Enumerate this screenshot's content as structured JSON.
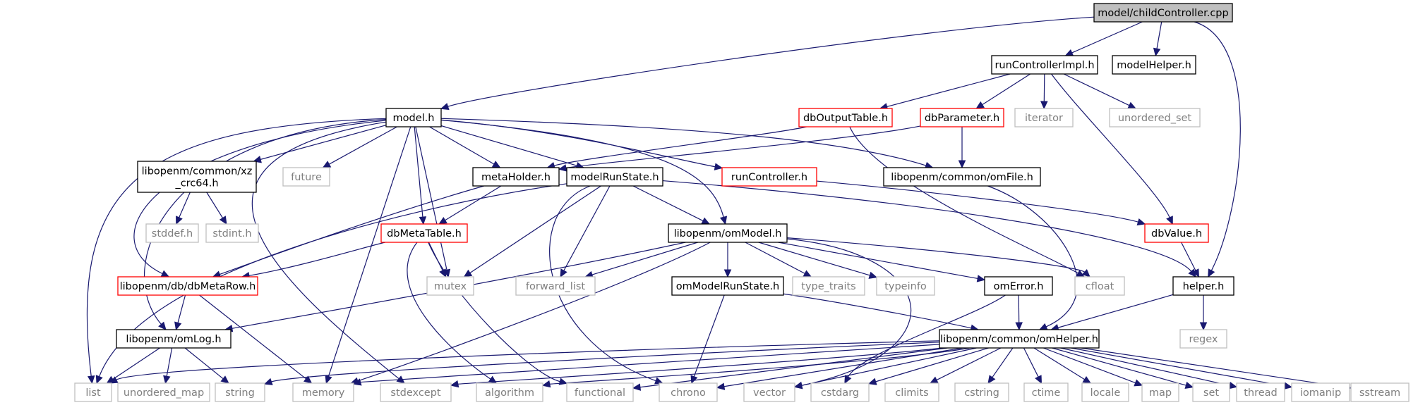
{
  "diagram": {
    "kind": "include-dependency-graph",
    "colors": {
      "edge": "#191970",
      "root_fill": "#bfbfbf",
      "project_border": "#000000",
      "truncated_border": "#ff0000",
      "system_border": "#bfbfbf",
      "system_text": "#7f7f7f"
    },
    "nodes": [
      {
        "id": "childController",
        "label": "model/childController.cpp",
        "style": "root"
      },
      {
        "id": "runControllerImpl",
        "label": "runControllerImpl.h",
        "style": "project"
      },
      {
        "id": "modelHelper",
        "label": "modelHelper.h",
        "style": "project"
      },
      {
        "id": "model",
        "label": "model.h",
        "style": "project"
      },
      {
        "id": "dbOutputTable",
        "label": "dbOutputTable.h",
        "style": "truncated"
      },
      {
        "id": "dbParameter",
        "label": "dbParameter.h",
        "style": "truncated"
      },
      {
        "id": "iterator",
        "label": "iterator",
        "style": "system"
      },
      {
        "id": "unordered_set",
        "label": "unordered_set",
        "style": "system"
      },
      {
        "id": "xz_crc64",
        "label": "libopenm/common/xz\n_crc64.h",
        "style": "project"
      },
      {
        "id": "future",
        "label": "future",
        "style": "system"
      },
      {
        "id": "metaHolder",
        "label": "metaHolder.h",
        "style": "project"
      },
      {
        "id": "modelRunState",
        "label": "modelRunState.h",
        "style": "project"
      },
      {
        "id": "runController",
        "label": "runController.h",
        "style": "truncated"
      },
      {
        "id": "omFile",
        "label": "libopenm/common/omFile.h",
        "style": "project"
      },
      {
        "id": "stddef",
        "label": "stddef.h",
        "style": "system"
      },
      {
        "id": "stdint",
        "label": "stdint.h",
        "style": "system"
      },
      {
        "id": "dbMetaTable",
        "label": "dbMetaTable.h",
        "style": "truncated"
      },
      {
        "id": "omModel",
        "label": "libopenm/omModel.h",
        "style": "project"
      },
      {
        "id": "dbValue",
        "label": "dbValue.h",
        "style": "truncated"
      },
      {
        "id": "dbMetaRow",
        "label": "libopenm/db/dbMetaRow.h",
        "style": "truncated"
      },
      {
        "id": "mutex",
        "label": "mutex",
        "style": "system"
      },
      {
        "id": "forward_list",
        "label": "forward_list",
        "style": "system"
      },
      {
        "id": "omModelRunState",
        "label": "omModelRunState.h",
        "style": "project"
      },
      {
        "id": "type_traits",
        "label": "type_traits",
        "style": "system"
      },
      {
        "id": "typeinfo",
        "label": "typeinfo",
        "style": "system"
      },
      {
        "id": "omError",
        "label": "omError.h",
        "style": "project"
      },
      {
        "id": "cfloat",
        "label": "cfloat",
        "style": "system"
      },
      {
        "id": "helper",
        "label": "helper.h",
        "style": "project"
      },
      {
        "id": "omLog",
        "label": "libopenm/omLog.h",
        "style": "project"
      },
      {
        "id": "omHelper",
        "label": "libopenm/common/omHelper.h",
        "style": "project"
      },
      {
        "id": "regex",
        "label": "regex",
        "style": "system"
      },
      {
        "id": "list",
        "label": "list",
        "style": "system"
      },
      {
        "id": "unordered_map",
        "label": "unordered_map",
        "style": "system"
      },
      {
        "id": "string",
        "label": "string",
        "style": "system"
      },
      {
        "id": "memory",
        "label": "memory",
        "style": "system"
      },
      {
        "id": "stdexcept",
        "label": "stdexcept",
        "style": "system"
      },
      {
        "id": "algorithm",
        "label": "algorithm",
        "style": "system"
      },
      {
        "id": "functional",
        "label": "functional",
        "style": "system"
      },
      {
        "id": "chrono",
        "label": "chrono",
        "style": "system"
      },
      {
        "id": "vector",
        "label": "vector",
        "style": "system"
      },
      {
        "id": "cstdarg",
        "label": "cstdarg",
        "style": "system"
      },
      {
        "id": "climits",
        "label": "climits",
        "style": "system"
      },
      {
        "id": "cstring",
        "label": "cstring",
        "style": "system"
      },
      {
        "id": "ctime",
        "label": "ctime",
        "style": "system"
      },
      {
        "id": "locale",
        "label": "locale",
        "style": "system"
      },
      {
        "id": "map",
        "label": "map",
        "style": "system"
      },
      {
        "id": "set",
        "label": "set",
        "style": "system"
      },
      {
        "id": "thread",
        "label": "thread",
        "style": "system"
      },
      {
        "id": "iomanip",
        "label": "iomanip",
        "style": "system"
      },
      {
        "id": "sstream",
        "label": "sstream",
        "style": "system"
      }
    ],
    "edges": [
      [
        "childController",
        "runControllerImpl"
      ],
      [
        "childController",
        "modelHelper"
      ],
      [
        "childController",
        "model"
      ],
      [
        "childController",
        "helper"
      ],
      [
        "runControllerImpl",
        "dbOutputTable"
      ],
      [
        "runControllerImpl",
        "dbParameter"
      ],
      [
        "runControllerImpl",
        "iterator"
      ],
      [
        "runControllerImpl",
        "unordered_set"
      ],
      [
        "runControllerImpl",
        "dbValue"
      ],
      [
        "model",
        "xz_crc64"
      ],
      [
        "model",
        "future"
      ],
      [
        "model",
        "metaHolder"
      ],
      [
        "model",
        "modelRunState"
      ],
      [
        "model",
        "runController"
      ],
      [
        "model",
        "omFile"
      ],
      [
        "model",
        "dbMetaTable"
      ],
      [
        "model",
        "omModel"
      ],
      [
        "model",
        "dbMetaRow"
      ],
      [
        "model",
        "mutex"
      ],
      [
        "model",
        "omLog"
      ],
      [
        "model",
        "list"
      ],
      [
        "model",
        "memory"
      ],
      [
        "model",
        "stdexcept"
      ],
      [
        "dbOutputTable",
        "metaHolder"
      ],
      [
        "dbOutputTable",
        "cfloat"
      ],
      [
        "dbParameter",
        "metaHolder"
      ],
      [
        "dbParameter",
        "omFile"
      ],
      [
        "xz_crc64",
        "stddef"
      ],
      [
        "xz_crc64",
        "stdint"
      ],
      [
        "metaHolder",
        "dbMetaTable"
      ],
      [
        "metaHolder",
        "dbMetaRow"
      ],
      [
        "modelRunState",
        "omModel"
      ],
      [
        "modelRunState",
        "mutex"
      ],
      [
        "modelRunState",
        "forward_list"
      ],
      [
        "modelRunState",
        "chrono"
      ],
      [
        "modelRunState",
        "list"
      ],
      [
        "modelRunState",
        "helper"
      ],
      [
        "runController",
        "dbValue"
      ],
      [
        "omFile",
        "omHelper"
      ],
      [
        "dbMetaTable",
        "dbMetaRow"
      ],
      [
        "dbMetaTable",
        "mutex"
      ],
      [
        "dbMetaTable",
        "algorithm"
      ],
      [
        "dbMetaTable",
        "functional"
      ],
      [
        "omModel",
        "forward_list"
      ],
      [
        "omModel",
        "omModelRunState"
      ],
      [
        "omModel",
        "type_traits"
      ],
      [
        "omModel",
        "typeinfo"
      ],
      [
        "omModel",
        "omError"
      ],
      [
        "omModel",
        "cfloat"
      ],
      [
        "omModel",
        "omLog"
      ],
      [
        "omModel",
        "memory"
      ],
      [
        "omModel",
        "vector"
      ],
      [
        "dbValue",
        "helper"
      ],
      [
        "dbMetaRow",
        "omLog"
      ],
      [
        "dbMetaRow",
        "memory"
      ],
      [
        "omModelRunState",
        "chrono"
      ],
      [
        "omModelRunState",
        "omHelper"
      ],
      [
        "omError",
        "omHelper"
      ],
      [
        "omError",
        "cstdarg"
      ],
      [
        "helper",
        "omHelper"
      ],
      [
        "helper",
        "regex"
      ],
      [
        "omLog",
        "list"
      ],
      [
        "omLog",
        "unordered_map"
      ],
      [
        "omLog",
        "string"
      ],
      [
        "omHelper",
        "list"
      ],
      [
        "omHelper",
        "string"
      ],
      [
        "omHelper",
        "memory"
      ],
      [
        "omHelper",
        "stdexcept"
      ],
      [
        "omHelper",
        "algorithm"
      ],
      [
        "omHelper",
        "functional"
      ],
      [
        "omHelper",
        "chrono"
      ],
      [
        "omHelper",
        "vector"
      ],
      [
        "omHelper",
        "cstdarg"
      ],
      [
        "omHelper",
        "climits"
      ],
      [
        "omHelper",
        "cstring"
      ],
      [
        "omHelper",
        "ctime"
      ],
      [
        "omHelper",
        "locale"
      ],
      [
        "omHelper",
        "map"
      ],
      [
        "omHelper",
        "set"
      ],
      [
        "omHelper",
        "thread"
      ],
      [
        "omHelper",
        "iomanip"
      ],
      [
        "omHelper",
        "sstream"
      ]
    ]
  }
}
